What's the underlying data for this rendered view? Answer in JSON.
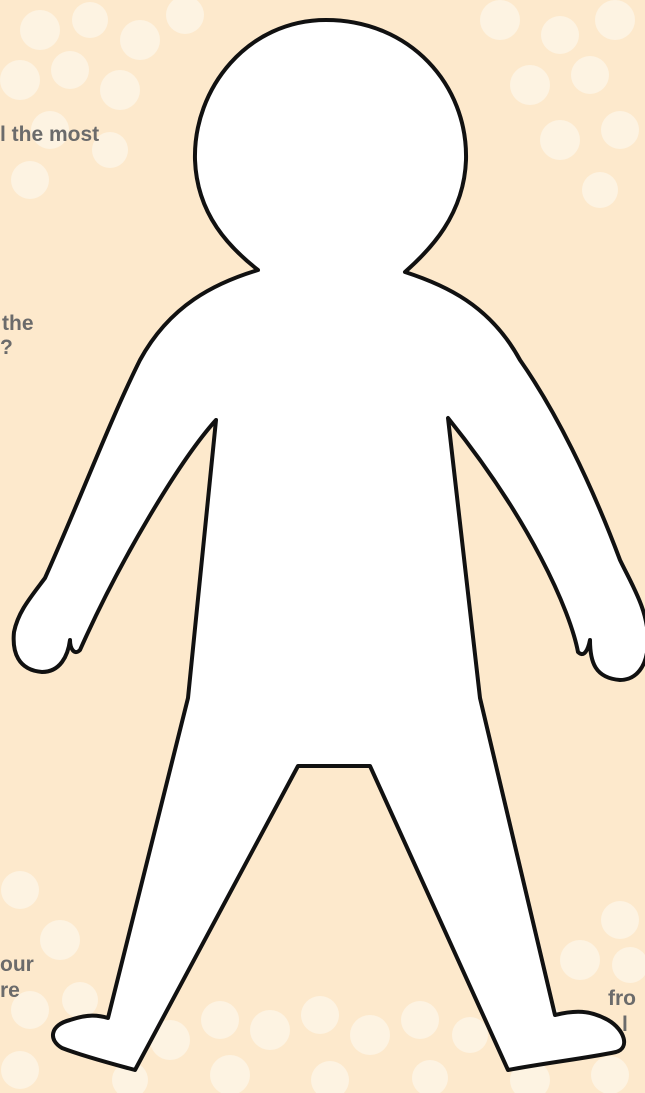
{
  "colors": {
    "background": "#fde9cc",
    "dots": "#fdf3e2",
    "figure_fill": "#ffffff",
    "figure_outline": "#111111",
    "text": "#6b6b6b"
  },
  "text_snippets": {
    "top_left": "l the most",
    "mid_left_1": "the",
    "mid_left_2": "?",
    "bottom_left_1": "our",
    "bottom_left_2": "re",
    "bottom_right_1": "fro",
    "bottom_right_2": "l"
  },
  "figure": {
    "icon": "person-outline-icon"
  }
}
